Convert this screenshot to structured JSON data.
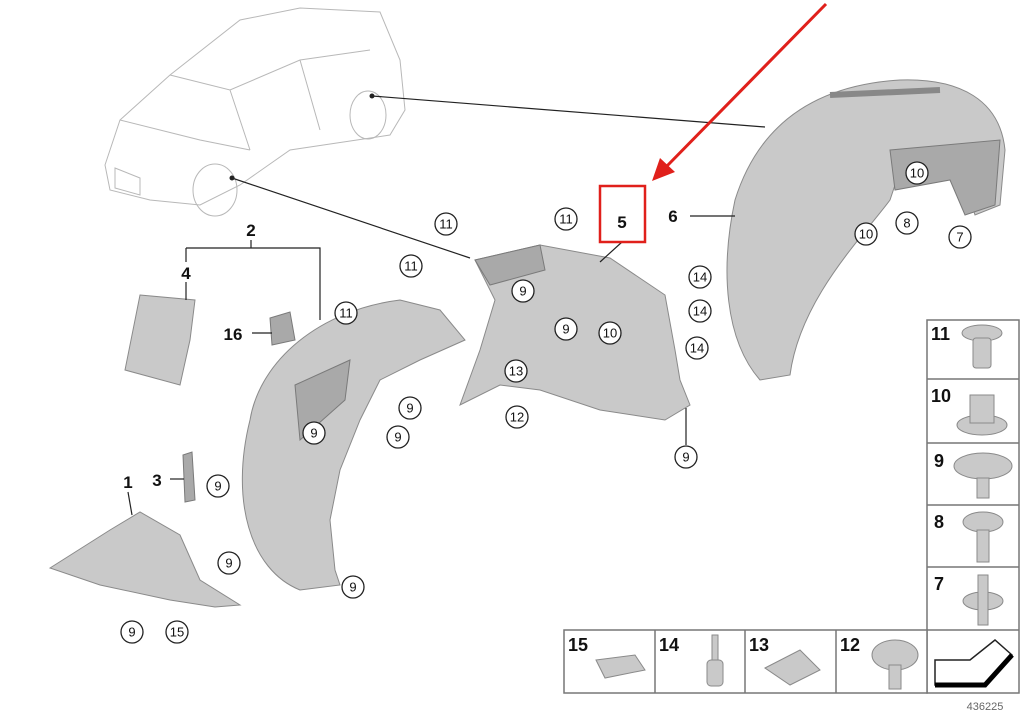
{
  "diagram": {
    "type": "parts-diagram",
    "highlight_color": "#e0201b",
    "part_labels": {
      "p1": "1",
      "p2": "2",
      "p3": "3",
      "p4": "4",
      "p5": "5",
      "p6": "6",
      "p16": "16"
    },
    "callouts": [
      "11",
      "11",
      "11",
      "11",
      "9",
      "9",
      "10",
      "14",
      "14",
      "14",
      "13",
      "12",
      "9",
      "9",
      "9",
      "9",
      "9",
      "9",
      "9",
      "9",
      "15",
      "10",
      "10",
      "8",
      "7"
    ],
    "legend": {
      "column": [
        "11",
        "10",
        "9",
        "8",
        "7"
      ],
      "row": [
        "15",
        "14",
        "13",
        "12"
      ]
    },
    "diagram_code": "436225"
  }
}
